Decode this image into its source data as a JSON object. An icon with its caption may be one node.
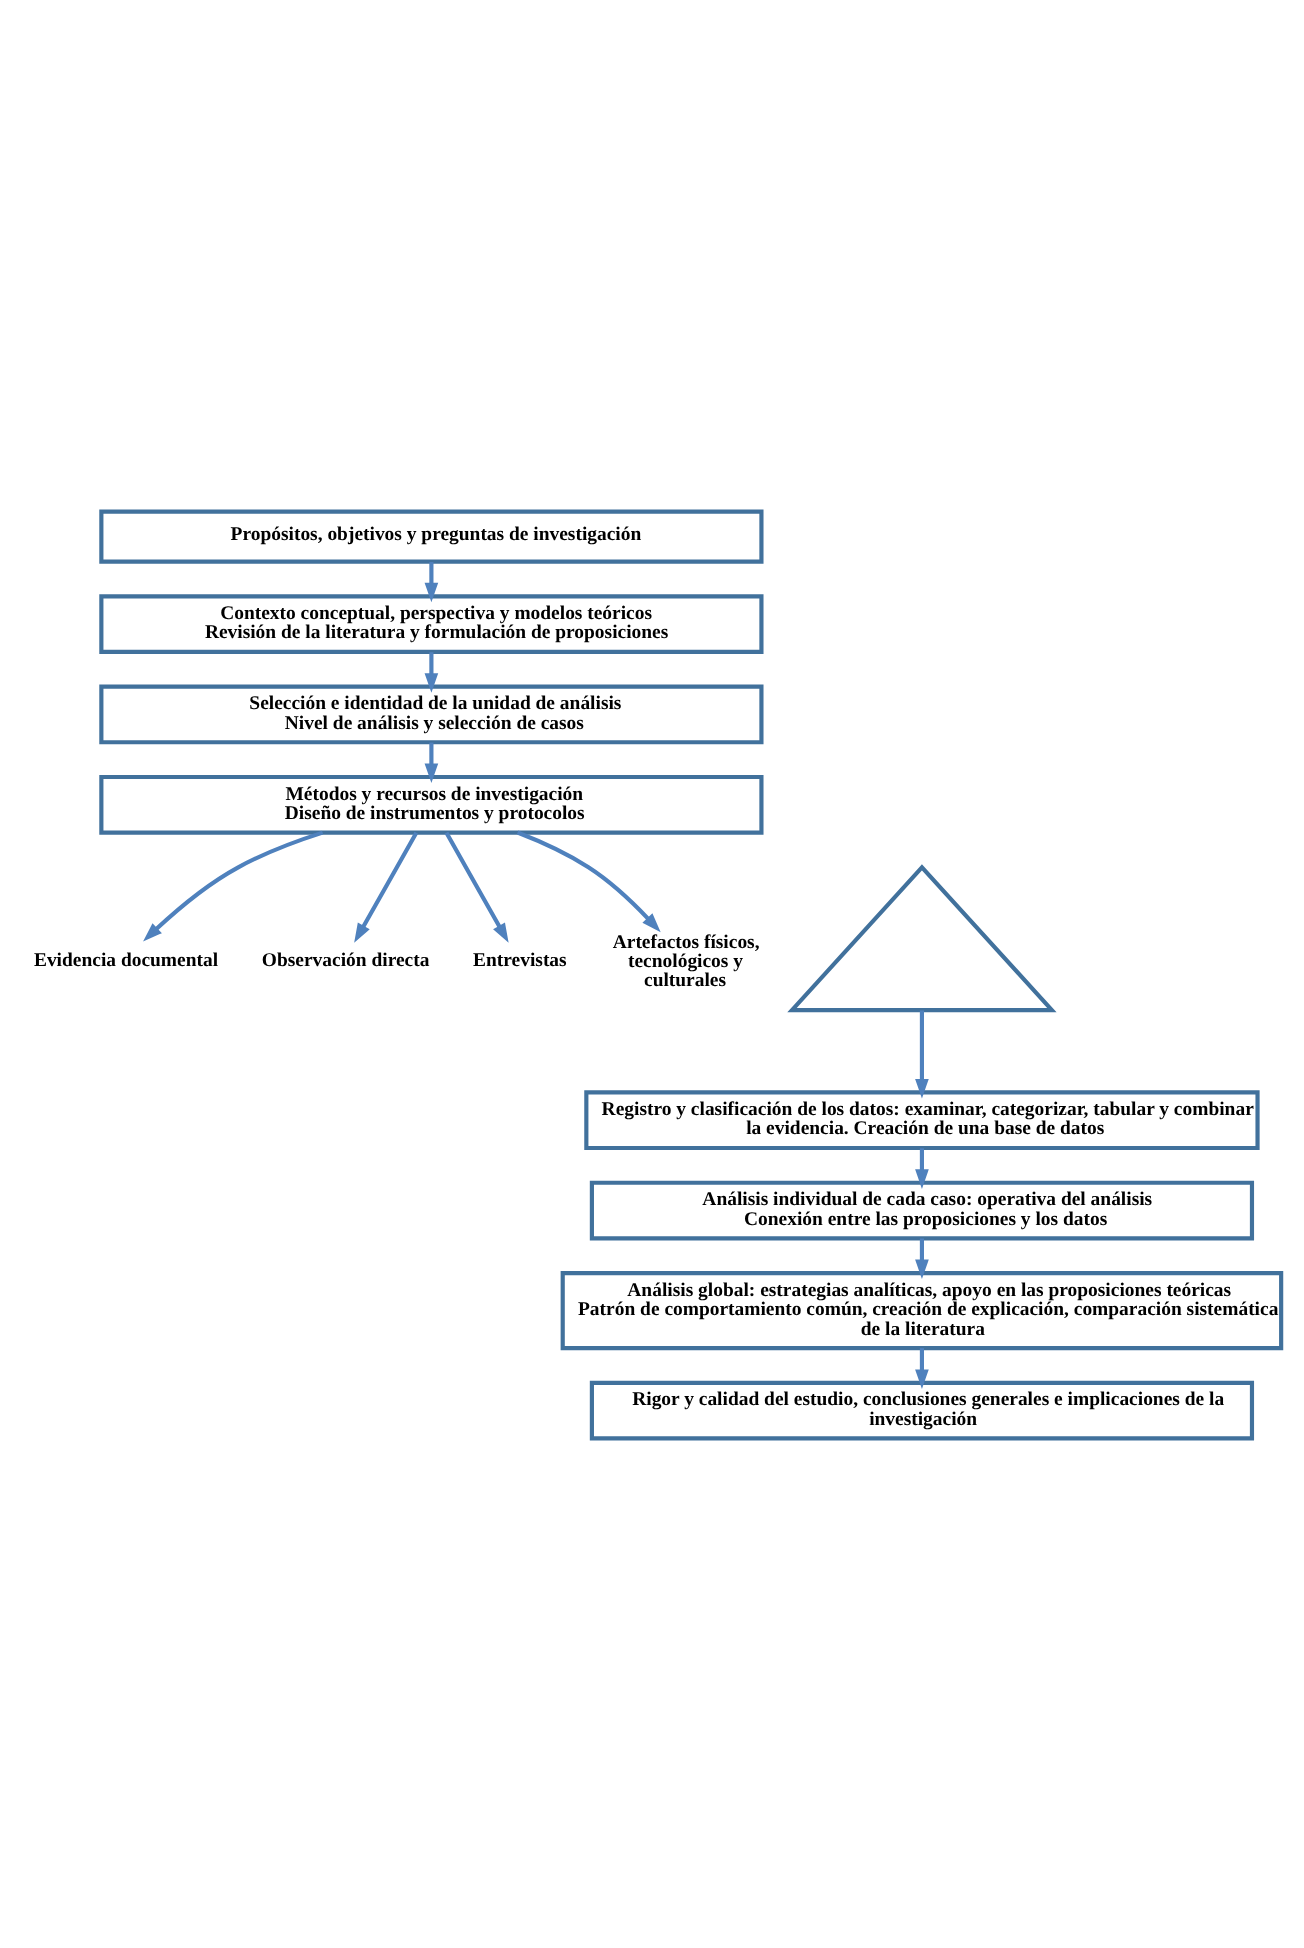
{
  "diagram": {
    "nodes": [
      {
        "text": [
          "Propósitos, objetivos y preguntas de investigación"
        ]
      },
      {
        "text": [
          "Contexto conceptual, perspectiva y modelos teóricos",
          "Revisión de la literatura y formulación de proposiciones"
        ]
      },
      {
        "text": [
          "Selección e identidad de la unidad de análisis",
          "Nivel de análisis y selección de casos"
        ]
      },
      {
        "text": [
          "Métodos y recursos de investigación",
          "Diseño de instrumentos y protocolos"
        ]
      },
      {
        "text": [
          "Evidencia documental"
        ]
      },
      {
        "text": [
          "Observación directa"
        ]
      },
      {
        "text": [],
        "shape": "triangle"
      },
      {
        "text": [
          "Entrevistas"
        ]
      },
      {
        "text": [
          "Artefactos físicos, tecnológicos y culturales"
        ]
      },
      {
        "text": [
          "Registro y clasificación de los datos: examinar, categorizar, tabular y combinar la evidencia. Creación de una base de datos"
        ]
      },
      {
        "text": [
          "Análisis individual de cada caso: operativa del análisis",
          "Conexión entre las proposiciones y los datos"
        ]
      },
      {
        "text": [
          "Análisis global: estrategias analíticas, apoyo en las proposiciones teóricas",
          "Patrón de comportamiento común, creación de explicación, comparación sistemática de la literatura"
        ]
      },
      {
        "text": [
          "Rigor y calidad del estudio, conclusiones generales e implicaciones de la investigación"
        ]
      }
    ],
    "edges": [
      {
        "from": 0,
        "to": 1,
        "arrow": "to"
      },
      {
        "from": 1,
        "to": 2,
        "arrow": "to"
      },
      {
        "from": 2,
        "to": 3,
        "arrow": "to"
      },
      {
        "from": 3,
        "to": 7,
        "arrow": "to"
      },
      {
        "from": 3,
        "to": 4,
        "arrow": "to"
      },
      {
        "from": 3,
        "to": 5,
        "arrow": "to"
      },
      {
        "from": 3,
        "to": 8,
        "arrow": "to"
      },
      {
        "from": 6,
        "to": 9,
        "arrow": "to"
      },
      {
        "from": 9,
        "to": 10,
        "arrow": "to"
      },
      {
        "from": 10,
        "to": 11,
        "arrow": "to"
      },
      {
        "from": 11,
        "to": 12,
        "arrow": "to"
      }
    ]
  }
}
